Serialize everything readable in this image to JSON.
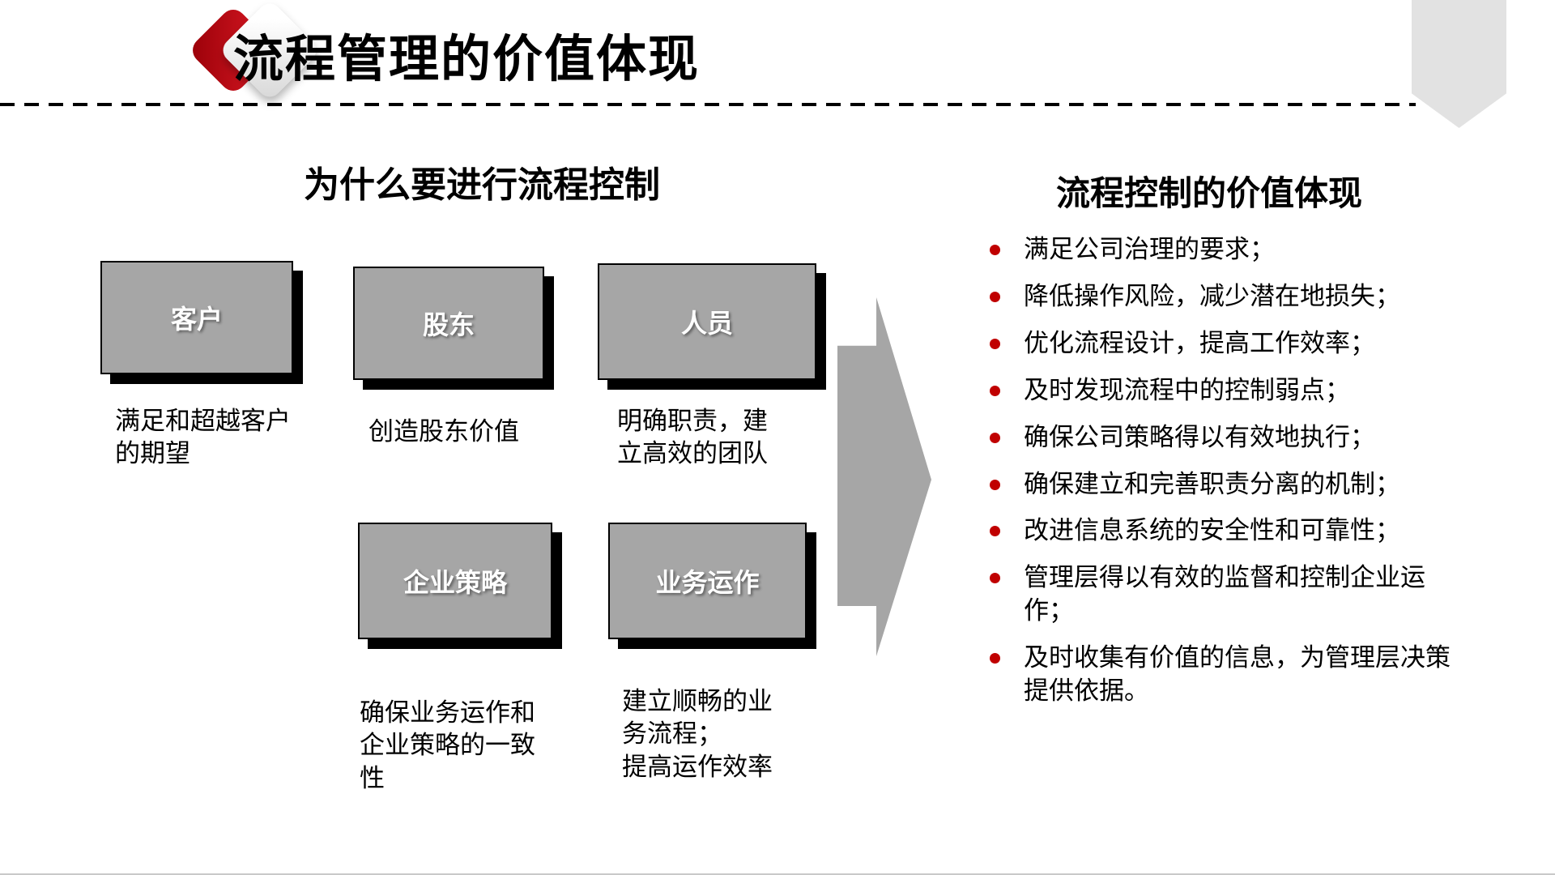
{
  "header": {
    "title": "流程管理的价值体现"
  },
  "left_panel": {
    "heading": "为什么要进行流程控制",
    "groups": [
      {
        "label": "客户",
        "desc": "满足和超越客户的期望"
      },
      {
        "label": "股东",
        "desc": "创造股东价值"
      },
      {
        "label": "人员",
        "desc": "明确职责，建立高效的团队"
      },
      {
        "label": "企业策略",
        "desc": "确保业务运作和企业策略的一致性"
      },
      {
        "label": "业务运作",
        "desc": "建立顺畅的业务流程；\n提高运作效率"
      }
    ]
  },
  "right_panel": {
    "heading": "流程控制的价值体现",
    "bullets": [
      "满足公司治理的要求；",
      "降低操作风险，减少潜在地损失；",
      "优化流程设计，提高工作效率；",
      "及时发现流程中的控制弱点；",
      "确保公司策略得以有效地执行；",
      "确保建立和完善职责分离的机制；",
      "改进信息系统的安全性和可靠性；",
      "管理层得以有效的监督和控制企业运作；",
      "及时收集有价值的信息，为管理层决策提供依据。"
    ]
  },
  "colors": {
    "accent_red": "#c00b1e",
    "bullet_red": "#c00000",
    "box_fill": "#a6a6a6",
    "box_border": "#000000",
    "box_shadow": "#000000",
    "arrow_gray": "#a6a6a6",
    "pennant_gray": "#e2e2e2"
  },
  "icons": {
    "logo_red_diamond": "red-diamond",
    "logo_white_diamond": "white-diamond",
    "pennant": "down-pointing-ribbon"
  }
}
